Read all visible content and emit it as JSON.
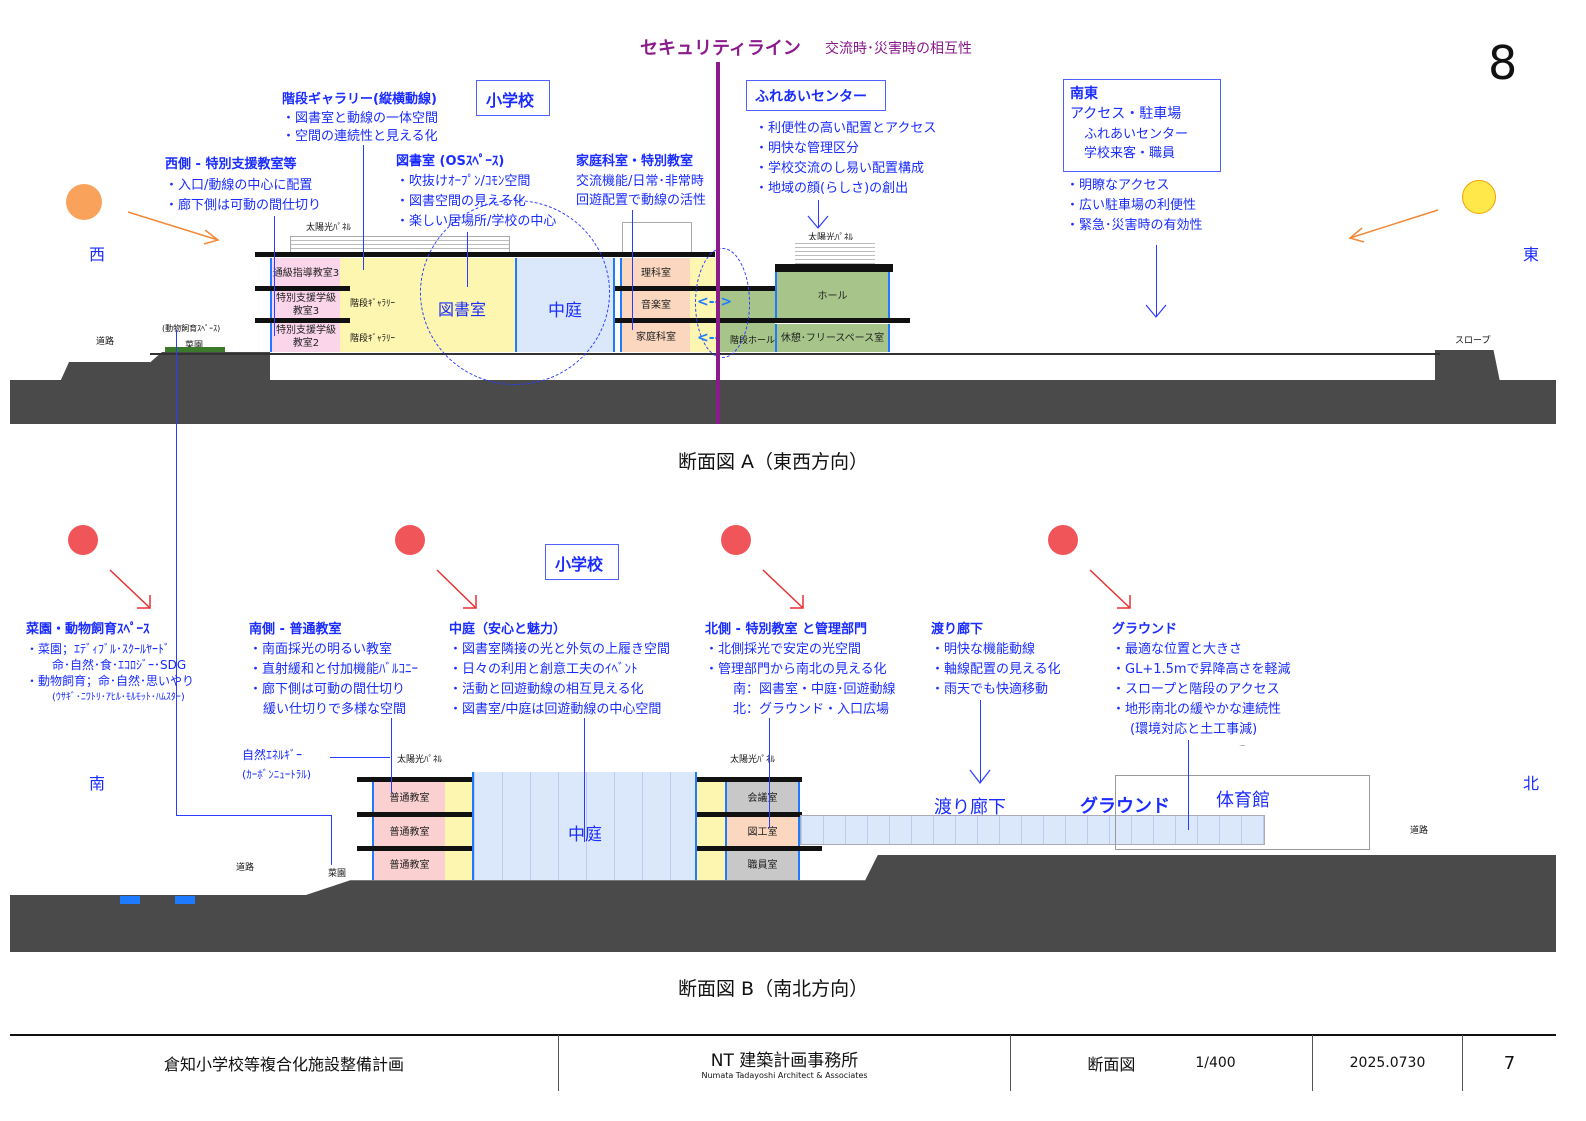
{
  "page_number": "8",
  "security": {
    "title": "セキュリティライン",
    "subtitle": "交流時･災害時の相互性",
    "color": "#8b1a8b"
  },
  "section_a": {
    "caption": "断面図 A（東西方向）",
    "school_box": "小学校",
    "west": "西",
    "east": "東",
    "stair_gallery": {
      "title": "階段ギャラリー(縦横動線)",
      "items": [
        "・図書室と動線の一体空間",
        "・空間の連続性と見える化"
      ]
    },
    "west_side": {
      "title": "西側 - 特別支援教室等",
      "items": [
        "・入口/動線の中心に配置",
        "・廊下側は可動の間仕切り"
      ]
    },
    "library": {
      "title": "図書室 (OSｽﾍﾟｰｽ)",
      "items": [
        "・吹抜けｵｰﾌﾟﾝ/ｺﾓﾝ空間",
        "・図書空間の見える化",
        "・楽しい居場所/学校の中心"
      ]
    },
    "home_ec": {
      "title": "家庭科室・特別教室",
      "items": [
        "交流機能/日常･非常時",
        "回遊配置で動線の活性"
      ]
    },
    "fureai": {
      "title": "ふれあいセンター",
      "items": [
        "・利便性の高い配置とアクセス",
        "・明快な管理区分",
        "・学校交流のし易い配置構成",
        "・地域の顔(らしさ)の創出"
      ]
    },
    "southeast": {
      "title": "南東",
      "line1": "アクセス・駐車場",
      "line2": "ふれあいセンター",
      "line3": "学校来客・職員",
      "items": [
        "・明瞭なアクセス",
        "・広い駐車場の利便性",
        "・緊急･災害時の有効性"
      ]
    },
    "rooms": [
      "通級指導教室3",
      "特別支援学級教室3",
      "特別支援学級教室2",
      "階段ｷﾞｬﾗﾘｰ",
      "階段ｷﾞｬﾗﾘｰ",
      "図書室",
      "中庭",
      "理科室",
      "音楽室",
      "家庭科室",
      "階段ホール",
      "ホール",
      "休憩･フリースペース室"
    ],
    "solar": "太陽光ﾊﾟﾈﾙ",
    "solar2": "太陽光ﾊﾟﾈﾙ",
    "road": "道路",
    "slope": "スロープ",
    "animal": "(動物飼育ｽﾍﾟｰｽ)",
    "garden": "菜園"
  },
  "section_b": {
    "caption": "断面図 B（南北方向）",
    "school_box": "小学校",
    "south": "南",
    "north": "北",
    "garden": {
      "title": "菜園・動物飼育ｽﾍﾟｰｽ",
      "items": [
        "・菜園；ｴﾃﾞｨﾌﾞﾙ･ｽｸｰﾙﾔｰﾄﾞ",
        "命･自然･食･ｴｺﾛｼﾞｰ･SDG",
        "・動物飼育；命･自然･思いやり",
        "(ｳｻｷﾞ･ﾆﾜﾄﾘ･ｱﾋﾙ･ﾓﾙﾓｯﾄ･ﾊﾑｽﾀｰ)"
      ]
    },
    "south_side": {
      "title": "南側 - 普通教室",
      "items": [
        "・南面採光の明るい教室",
        "・直射緩和と付加機能ﾊﾞﾙｺﾆｰ",
        "・廊下側は可動の間仕切り",
        "緩い仕切りで多様な空間"
      ]
    },
    "courtyard": {
      "title": "中庭（安心と魅力）",
      "items": [
        "・図書室隣接の光と外気の上履き空間",
        "・日々の利用と創意工夫のｲﾍﾞﾝﾄ",
        "・活動と回遊動線の相互見える化",
        "・図書室/中庭は回遊動線の中心空間"
      ]
    },
    "north_side": {
      "title": "北側 - 特別教室 と管理部門",
      "items": [
        "・北側採光で安定の光空間",
        "・管理部門から南北の見える化",
        "南：図書室・中庭･回遊動線",
        "北：グラウンド・入口広場"
      ]
    },
    "corridor": {
      "title": "渡り廊下",
      "items": [
        "・明快な機能動線",
        "・軸線配置の見える化",
        "・雨天でも快適移動"
      ]
    },
    "ground": {
      "title": "グラウンド",
      "items": [
        "・最適な位置と大きさ",
        "・GL+1.5mで昇降高さを軽減",
        "・スロープと階段のアクセス",
        "・地形南北の緩やかな連続性",
        "(環境対応と土工事減)"
      ]
    },
    "energy": [
      "自然ｴﾈﾙｷﾞｰ",
      "(ｶｰﾎﾞﾝﾆｭｰﾄﾗﾙ)"
    ],
    "rooms": [
      "普通教室",
      "普通教室",
      "普通教室",
      "中庭",
      "会議室",
      "図工室",
      "職員室"
    ],
    "labels": {
      "corridor": "渡り廊下",
      "ground": "グラウンド",
      "gym": "体育館",
      "solar": "太陽光ﾊﾟﾈﾙ",
      "solar2": "太陽光ﾊﾟﾈﾙ",
      "road": "道路",
      "road2": "道路",
      "garden": "菜園"
    }
  },
  "title_block": {
    "project": "倉知小学校等複合化施設整備計画",
    "office": "NT 建築計画事務所",
    "office_en": "Numata Tadayoshi Architect & Associates",
    "drawing": "断面図",
    "scale": "1/400",
    "date": "2025.0730",
    "sheet": "7"
  }
}
